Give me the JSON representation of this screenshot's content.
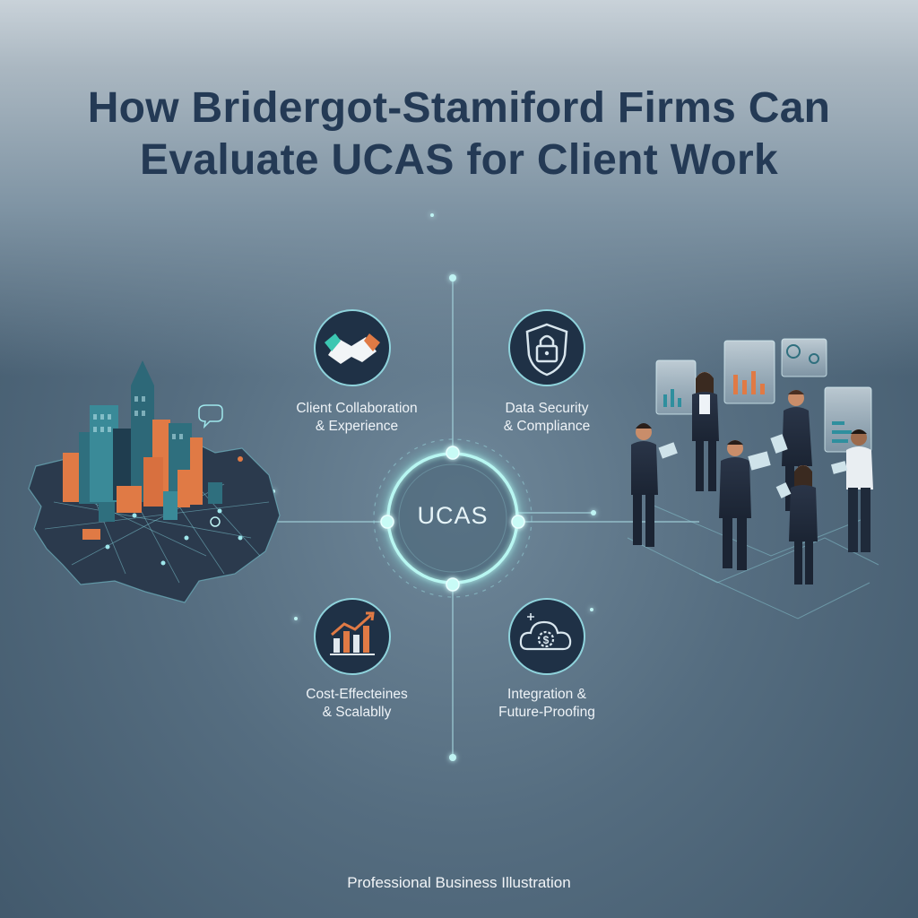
{
  "title": {
    "line1": "How Bridergot-Stamiford Firms Can",
    "line2": "Evaluate UCAS for Client Work"
  },
  "hub": {
    "label": "UCAS"
  },
  "factors": [
    {
      "line1": "Client Collaboration",
      "line2": "& Experience",
      "icon": "handshake-icon"
    },
    {
      "line1": "Data Security",
      "line2": "& Compliance",
      "icon": "padlock-shield-icon"
    },
    {
      "line1": "Cost-Effecteines",
      "line2": "& Scalablly",
      "icon": "growth-bar-chart-icon"
    },
    {
      "line1": "Integration &",
      "line2": "Future-Proofing",
      "icon": "cloud-gear-dollar-icon"
    }
  ],
  "footer": {
    "text": "Professional Business Illustration"
  },
  "colors": {
    "title": "#243a55",
    "accent_glow": "#9ef2ee",
    "icon_circle": "#1f3146",
    "city_orange": "#e07a45",
    "city_teal": "#2f6f7e"
  }
}
